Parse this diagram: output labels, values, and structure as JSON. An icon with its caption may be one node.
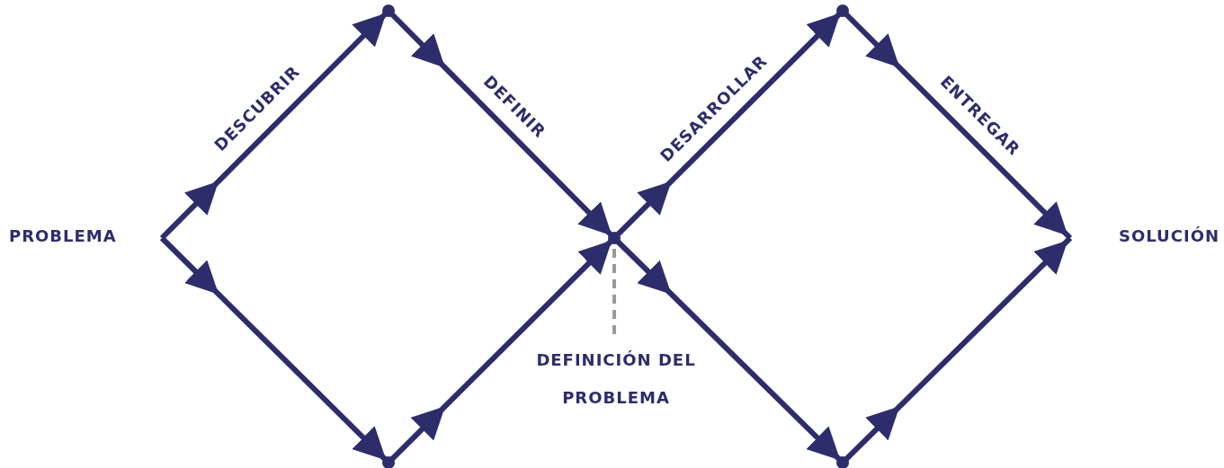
{
  "diagram": {
    "nodes": [
      {
        "text": [
          "PROBLEMA"
        ]
      },
      {
        "text": [],
        "shape": "point"
      },
      {
        "text": [],
        "shape": "point"
      },
      {
        "text": [],
        "shape": "point"
      },
      {
        "text": [],
        "shape": "point"
      },
      {
        "text": [],
        "shape": "point"
      },
      {
        "text": [
          "SOLUCIÓN"
        ]
      },
      {
        "text": [
          "DEFINICIÓN DEL PROBLEMA"
        ]
      }
    ],
    "edges": [
      {
        "from": 0,
        "to": 1,
        "arrow": "to",
        "label": "DESCUBRIR"
      },
      {
        "from": 0,
        "to": 2,
        "arrow": "to"
      },
      {
        "from": 1,
        "to": 3,
        "arrow": "to",
        "label": "DEFINIR"
      },
      {
        "from": 2,
        "to": 3,
        "arrow": "to"
      },
      {
        "from": 3,
        "to": 4,
        "arrow": "to",
        "label": "DESARROLLAR"
      },
      {
        "from": 3,
        "to": 5,
        "arrow": "to"
      },
      {
        "from": 4,
        "to": 6,
        "arrow": "to",
        "label": "ENTREGAR"
      },
      {
        "from": 5,
        "to": 6,
        "arrow": "to"
      },
      {
        "from": 7,
        "to": 3,
        "arrow": "none",
        "style": "dashed",
        "color": "#9a9a9a"
      }
    ]
  }
}
